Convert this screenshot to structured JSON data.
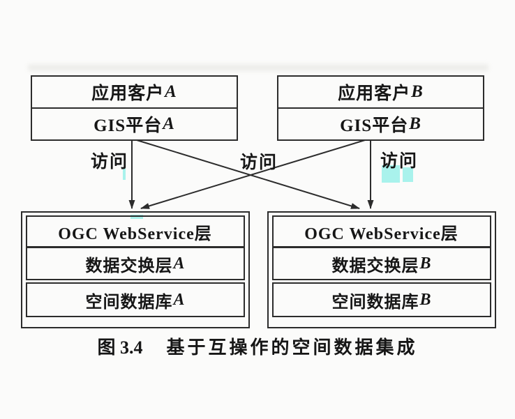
{
  "figure": {
    "caption": {
      "number": "图 3.4",
      "title": "基于互操作的空间数据集成"
    }
  },
  "nodes": {
    "client_a": {
      "rows": [
        {
          "text": "应用客户",
          "suffix": "A"
        },
        {
          "text": "GIS平台",
          "suffix": "A"
        }
      ]
    },
    "client_b": {
      "rows": [
        {
          "text": "应用客户",
          "suffix": "B"
        },
        {
          "text": "GIS平台",
          "suffix": "B"
        }
      ]
    },
    "stack_a": {
      "rows": [
        {
          "text": "OGC WebService层",
          "suffix": ""
        },
        {
          "text": "数据交换层",
          "suffix": "A"
        },
        {
          "text": "空间数据库",
          "suffix": "A"
        }
      ]
    },
    "stack_b": {
      "rows": [
        {
          "text": "OGC WebService层",
          "suffix": ""
        },
        {
          "text": "数据交换层",
          "suffix": "B"
        },
        {
          "text": "空间数据库",
          "suffix": "B"
        }
      ]
    }
  },
  "labels": {
    "access_left": "访问",
    "access_center": "访问",
    "access_right": "访问"
  },
  "edges": [
    {
      "from": "GIS平台A",
      "to": "OGC WebService层 (A)",
      "label": "访问"
    },
    {
      "from": "GIS平台A",
      "to": "OGC WebService层 (B)",
      "label": "访问"
    },
    {
      "from": "GIS平台B",
      "to": "OGC WebService层 (B)",
      "label": "访问"
    },
    {
      "from": "GIS平台B",
      "to": "OGC WebService层 (A)",
      "label": "访问"
    }
  ],
  "colors": {
    "ink": "#2c2c2c",
    "text": "#161616",
    "paper": "#fbfbfa",
    "highlight": "#a9f2ec"
  }
}
